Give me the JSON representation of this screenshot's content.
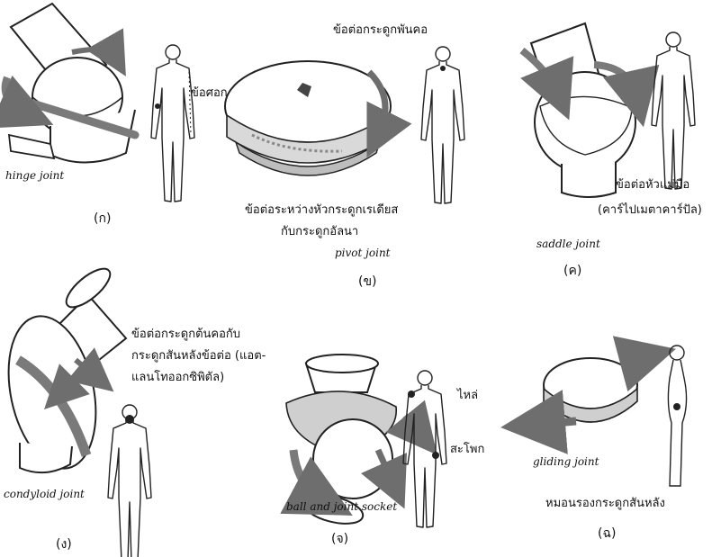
{
  "figure": {
    "panels": [
      {
        "id": "hinge",
        "caption": "(ก)",
        "joint_name": "hinge joint",
        "thai_labels": [
          "ข้อศอก"
        ],
        "colors": {
          "stroke": "#222222",
          "band": "#7a7a7a",
          "arrow": "#6e6e6e"
        }
      },
      {
        "id": "pivot",
        "caption": "(ข)",
        "joint_name": "pivot joint",
        "thai_labels": [
          "ข้อต่อกระดูกพันคอ",
          "ข้อต่อระหว่างหัวกระดูกเรเดียส",
          "กับกระดูกอัลนา"
        ],
        "colors": {
          "stroke": "#222222",
          "band": "#7a7a7a",
          "arrow": "#6e6e6e"
        }
      },
      {
        "id": "saddle",
        "caption": "(ค)",
        "joint_name": "saddle joint",
        "thai_labels": [
          "ข้อต่อหัวแม่มือ",
          "(คาร์ไปเมตาคาร์ปัล)"
        ],
        "colors": {
          "stroke": "#222222",
          "band": "#7a7a7a",
          "arrow": "#6e6e6e"
        }
      },
      {
        "id": "condyloid",
        "caption": "(ง)",
        "joint_name": "condyloid joint",
        "thai_labels": [
          "ข้อต่อกระดูกต้นคอกับ",
          "กระดูกสันหลังข้อต่อ (แอต-",
          "แลนโทออกซิพิตัล)"
        ],
        "colors": {
          "stroke": "#222222",
          "band": "#7a7a7a",
          "arrow": "#6e6e6e"
        }
      },
      {
        "id": "ball",
        "caption": "(จ)",
        "joint_name": "ball and joint socket",
        "thai_labels": [
          "ไหล่",
          "สะโพก"
        ],
        "colors": {
          "stroke": "#222222",
          "band": "#7a7a7a",
          "arrow": "#6e6e6e"
        }
      },
      {
        "id": "gliding",
        "caption": "(ฉ)",
        "joint_name": "gliding joint",
        "thai_labels": [
          "หมอนรองกระดูกสันหลัง"
        ],
        "colors": {
          "stroke": "#222222",
          "band": "#7a7a7a",
          "arrow": "#6e6e6e"
        }
      }
    ]
  }
}
